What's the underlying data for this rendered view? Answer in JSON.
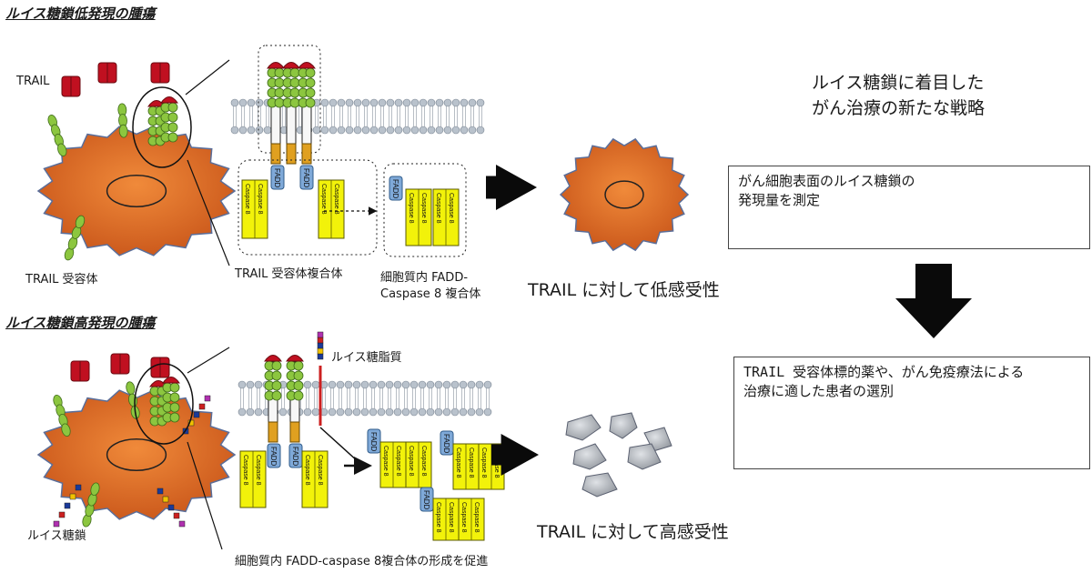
{
  "sections": {
    "low_heading": "ルイス糖鎖低発現の腫瘍",
    "high_heading": "ルイス糖鎖高発現の腫瘍"
  },
  "labels": {
    "trail": "TRAIL",
    "trail_receptor": "TRAIL 受容体",
    "receptor_complex": "TRAIL 受容体複合体",
    "cyto_complex_line1": "細胞質内 FADD-",
    "cyto_complex_line2": "Caspase 8 複合体",
    "low_result": "TRAIL に対して低感受性",
    "high_result": "TRAIL に対して高感受性",
    "lewis_lipid": "ルイス糖脂質",
    "lewis_glycan": "ルイス糖鎖",
    "promote": "細胞質内 FADD-caspase 8複合体の形成を促進",
    "fadd": "FADD",
    "caspase": "Caspase 8"
  },
  "strategy": {
    "title_line1": "ルイス糖鎖に着目した",
    "title_line2": "がん治療の新たな戦略",
    "box1_line1": "がん細胞表面のルイス糖鎖の",
    "box1_line2": "発現量を測定",
    "box2_line1": "TRAIL 受容体標的薬や、がん免疫療法による",
    "box2_line2": "治療に適した患者の選別"
  },
  "colors": {
    "cell_fill": "#d9621c",
    "trail": "#c01020",
    "receptor": "#8cc63f",
    "fadd": "#7fa9d8",
    "caspase": "#f2f20a",
    "membrane": "#b9c2cc",
    "debris": "#a8acb3"
  }
}
